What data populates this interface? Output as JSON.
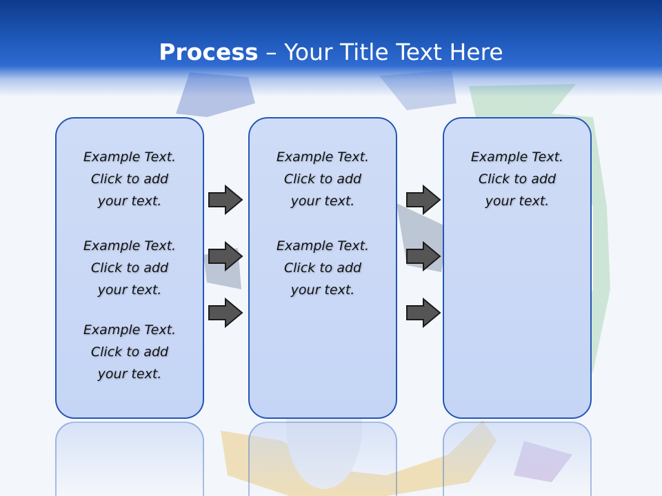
{
  "title": {
    "bold": "Process",
    "rest": " – Your Title Text Here"
  },
  "columns": [
    {
      "items": [
        {
          "line1": "Example Text.",
          "line2": "Click  to add",
          "line3": "your text."
        },
        {
          "line1": "Example Text.",
          "line2": "Click  to add",
          "line3": "your text."
        },
        {
          "line1": "Example Text.",
          "line2": "Click  to add",
          "line3": "your text."
        }
      ]
    },
    {
      "items": [
        {
          "line1": "Example Text.",
          "line2": "Click  to add",
          "line3": "your text."
        },
        {
          "line1": "Example Text.",
          "line2": "Click  to add",
          "line3": "your text."
        }
      ]
    },
    {
      "items": [
        {
          "line1": "Example Text.",
          "line2": "Click  to add",
          "line3": "your text."
        }
      ]
    }
  ],
  "colors": {
    "header": "#1d58b8",
    "card_border": "#2355b5",
    "card_fill": "#c9d8f6",
    "arrow": "#555555"
  },
  "icons": {
    "connector": "right-arrow-icon"
  }
}
